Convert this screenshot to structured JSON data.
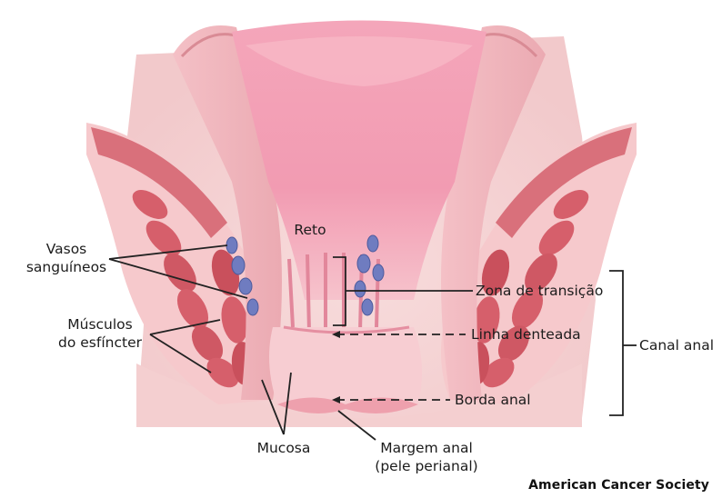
{
  "labels": {
    "reto": "Reto",
    "vasos_line1": "Vasos",
    "vasos_line2": "sanguíneos",
    "musculos_line1": "Músculos",
    "musculos_line2": "do esfíncter",
    "zona": "Zona de transição",
    "linha": "Linha denteada",
    "canal": "Canal anal",
    "borda": "Borda anal",
    "mucosa": "Mucosa",
    "margem_line1": "Margem anal",
    "margem_line2": "(pele perianal)"
  },
  "credit": "American Cancer Society",
  "colors": {
    "tissue_light": "#f6d6d6",
    "tissue_pink": "#efb3b7",
    "mucosa": "#f19ab0",
    "muscle": "#d65f6b",
    "muscle_dark": "#b8454f",
    "vessel": "#6f7cc0",
    "line": "#222222"
  }
}
